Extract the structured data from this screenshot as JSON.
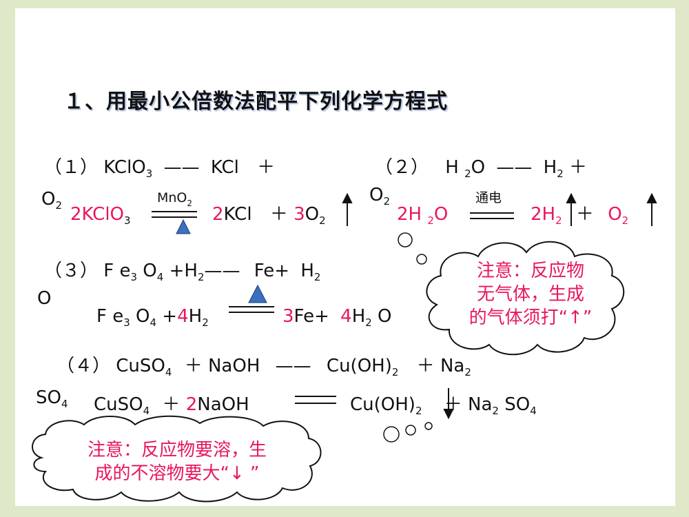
{
  "title": "１、用最小公倍数法配平下列化学方程式",
  "eq1": {
    "num": "（１）",
    "kclo3": "KClO",
    "kclo3_sub": "3",
    "arrow": "——",
    "kcl": "KCl",
    "plus": "＋",
    "o2": "O",
    "o2_sub": "2",
    "b_coef_kclo3": "2",
    "b_kclo3": "KClO",
    "b_kclo3_sub": "3",
    "catalyst": "MnO",
    "catalyst_sub": "2",
    "b_coef_kcl": "2",
    "b_kcl": "KCl",
    "b_plus": "＋",
    "b_coef_o2": "3",
    "b_o2": "O",
    "b_o2_sub": "2"
  },
  "eq2": {
    "num": "（２）",
    "h2o": "H ",
    "h2o_sub": "2",
    "h2o_o": "O",
    "arrow": "——",
    "h2": "H",
    "h2_sub": "2",
    "plus": "＋",
    "o2": "O",
    "o2_sub": "2",
    "b_coef_h2o": "2",
    "b_h2o": "H ",
    "b_h2o_sub": "2",
    "b_h2o_o": "O",
    "condition": "通电",
    "b_coef_h2": "2",
    "b_h2": "H",
    "b_h2_sub": "2",
    "b_plus": "＋",
    "b_o2": "O",
    "b_o2_sub": "2"
  },
  "eq3": {
    "num": "（３）",
    "fe3o4_a": "F e",
    "fe3o4_sub1": "3",
    "fe3o4_b": " O",
    "fe3o4_sub2": "4",
    "plus_h2": " +H",
    "h2_sub": "2",
    "arrow": "——",
    "fe": "Fe+",
    "h2o": "H",
    "h2o_sub": "2",
    "h2o_o": "O",
    "b_fe3o4_a": "F e",
    "b_fe3o4_sub1": "3",
    "b_fe3o4_b": " O",
    "b_fe3o4_sub2": "4",
    "b_plus": " +",
    "b_coef_h2": "4",
    "b_h2": "H",
    "b_h2_sub": "2",
    "b_coef_fe": "3",
    "b_fe": "Fe+",
    "b_coef_h2o": "4",
    "b_h2o": "H",
    "b_h2o_sub": "2",
    "b_h2o_o": " O"
  },
  "eq4": {
    "num": "（４）",
    "cuso4": "CuSO",
    "cuso4_sub": "4",
    "plus1": "＋",
    "naoh": "NaOH",
    "arrow": "——",
    "cuoh2": "Cu(OH)",
    "cuoh2_sub": "2",
    "plus2": "＋",
    "na2": "Na",
    "na2_sub": "2",
    "so4": "SO",
    "so4_sub": "4",
    "b_cuso4": "CuSO",
    "b_cuso4_sub": "4",
    "b_plus1": "＋",
    "b_coef_naoh": "2",
    "b_naoh": "NaOH",
    "b_cuoh2": "Cu(OH)",
    "b_cuoh2_sub": "2",
    "b_plus2": "＋",
    "b_na2so4": "Na",
    "b_na2so4_sub": "2",
    "b_so4": " SO",
    "b_so4_sub": "4"
  },
  "note_gas": {
    "line1": "注意：反应物",
    "line2": "无气体，生成",
    "line3": "的气体须打“↑”"
  },
  "note_precipitate": {
    "line1": "注意：反应物要溶，生",
    "line2": "成的不溶物要大“↓ ”"
  },
  "colors": {
    "background": "#dfe8c9",
    "coefficient": "#e8175d",
    "triangle": "#3b6fc0"
  }
}
